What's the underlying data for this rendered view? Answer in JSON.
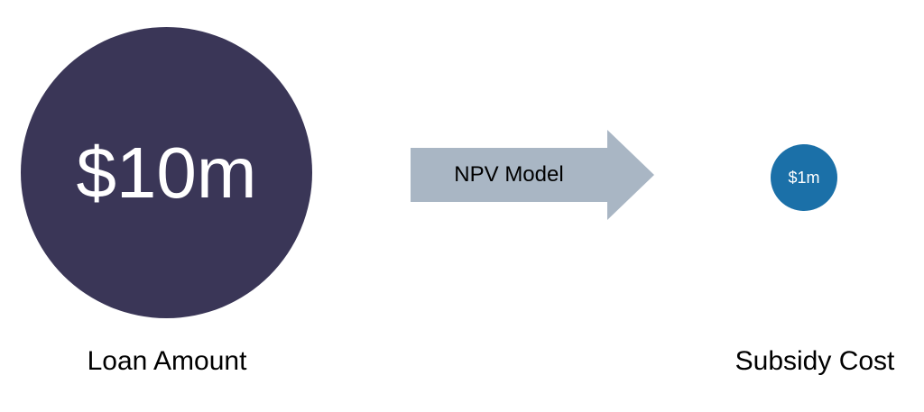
{
  "loan": {
    "value": "$10m",
    "label": "Loan Amount",
    "color": "#3a3657"
  },
  "process": {
    "label": "NPV Model",
    "color": "#a9b6c4"
  },
  "subsidy": {
    "value": "$1m",
    "label": "Subsidy Cost",
    "color": "#1b70a8"
  }
}
